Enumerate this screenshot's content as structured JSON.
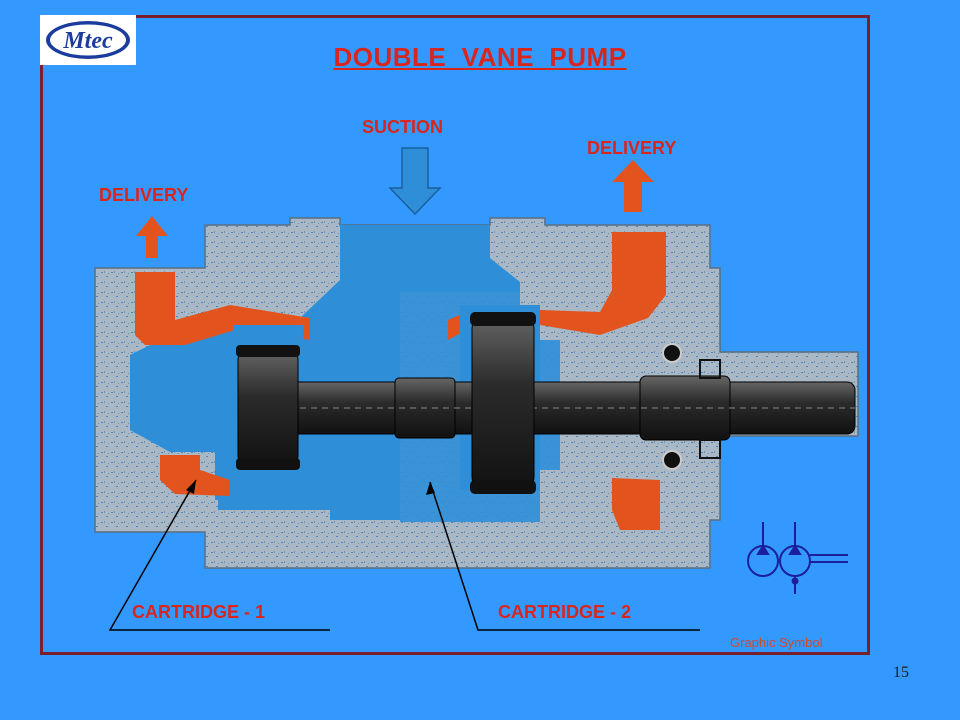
{
  "logo": {
    "text": "Mtec"
  },
  "title": "DOUBLE  VANE  PUMP",
  "labels": {
    "suction": "SUCTION",
    "delivery_left": "DELIVERY",
    "delivery_right": "DELIVERY",
    "cartridge_1": "CARTRIDGE - 1",
    "cartridge_2": "CARTRIDGE - 2"
  },
  "graphic_symbol_caption": "Graphic Symbol",
  "slide_number": "15",
  "colors": {
    "background": "#3399ff",
    "frame": "#7a1f2b",
    "label_red": "#d8261c",
    "housing_grey": "#a9b8c4",
    "oil_blue": "#2e8fd8",
    "delivery_orange": "#e2531e",
    "shaft_dark": "#2b2b2b"
  }
}
